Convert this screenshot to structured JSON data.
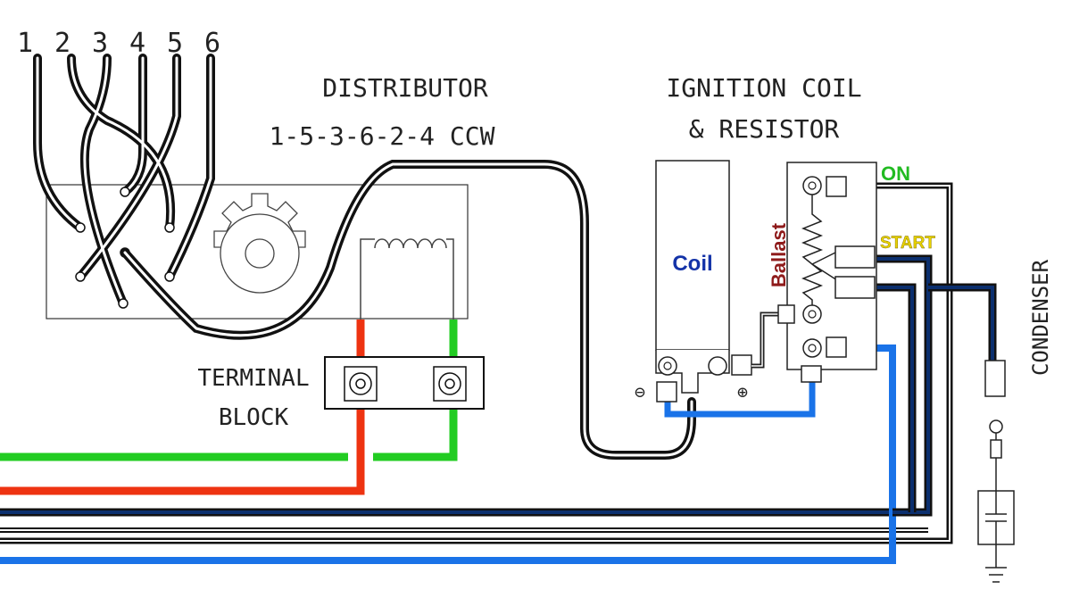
{
  "colors": {
    "ground_wire": "#111111",
    "red_wire": "#ee3311",
    "green_wire": "#22cc22",
    "blue_wire": "#1a73e8",
    "navy_wire": "#0b2f6e",
    "coil_text": "#1433a8",
    "ballast_text": "#8e1a1a",
    "on_text": "#22bb22",
    "start_text": "#e8d200"
  },
  "diagram": {
    "cylinder_labels": [
      "1",
      "2",
      "3",
      "4",
      "5",
      "6"
    ],
    "distributor_title": "DISTRIBUTOR",
    "firing_order": "1-5-3-6-2-4 CCW",
    "coil_title_line1": "IGNITION COIL",
    "coil_title_line2": "& RESISTOR",
    "coil_label": "Coil",
    "ballast_label": "Ballast",
    "on_label": "ON",
    "start_label": "START",
    "condenser_label": "CONDENSER",
    "terminal_block_line1": "TERMINAL",
    "terminal_block_line2": "BLOCK",
    "minus_symbol": "⊖",
    "plus_symbol": "⊕"
  }
}
